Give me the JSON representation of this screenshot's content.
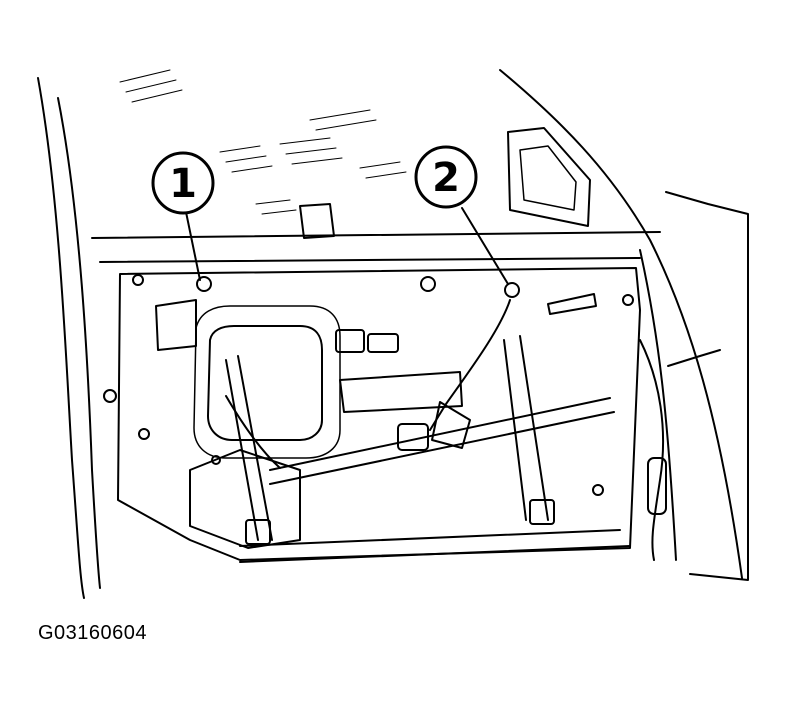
{
  "figure": {
    "code": "G03160604",
    "callouts": [
      {
        "label": "1"
      },
      {
        "label": "2"
      }
    ]
  }
}
